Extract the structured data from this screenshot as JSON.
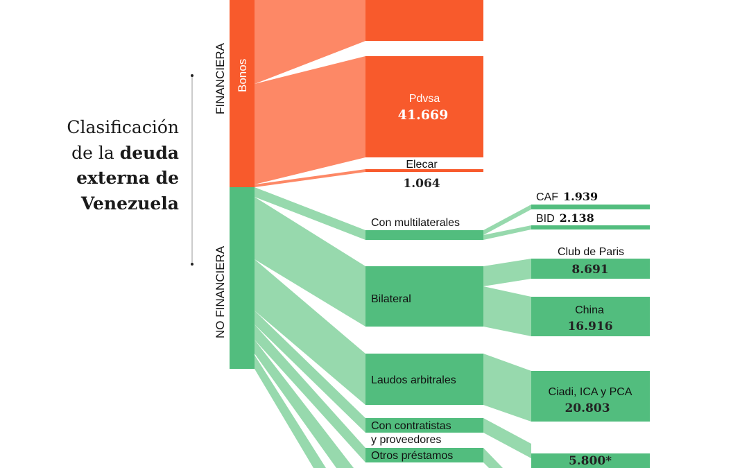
{
  "title": {
    "line1": "Clasificación",
    "line2_light": "de la ",
    "line2_bold": "deuda",
    "line3": "externa de",
    "line4": "Venezuela"
  },
  "colors": {
    "orange": "#f85a2c",
    "orange_flow": "#fd8866",
    "green": "#52bd7e",
    "green_flow": "#97d9ad"
  },
  "categories": {
    "financiera": "FINANCIERA",
    "no_financiera": "NO FINANCIERA",
    "bonos": "Bonos"
  },
  "financiera_nodes": {
    "pdvsa": {
      "label": "Pdvsa",
      "value": "41.669"
    },
    "elecar": {
      "label": "Elecar",
      "value": "1.064"
    }
  },
  "no_financiera_nodes": {
    "multilaterales": "Con multilaterales",
    "bilateral": "Bilateral",
    "laudos": "Laudos arbitrales",
    "contratistas_1": "Con contratistas",
    "contratistas_2": "y proveedores",
    "otros": "Otros préstamos"
  },
  "detail_nodes": {
    "caf": {
      "label": "CAF",
      "value": "1.939"
    },
    "bid": {
      "label": "BID",
      "value": "2.138"
    },
    "club_paris": {
      "label": "Club de Paris",
      "value": "8.691"
    },
    "china": {
      "label": "China",
      "value": "16.916"
    },
    "ciadi": {
      "label": "Ciadi, ICA y PCA",
      "value": "20.803"
    },
    "otros": {
      "value": "5.800*"
    }
  }
}
